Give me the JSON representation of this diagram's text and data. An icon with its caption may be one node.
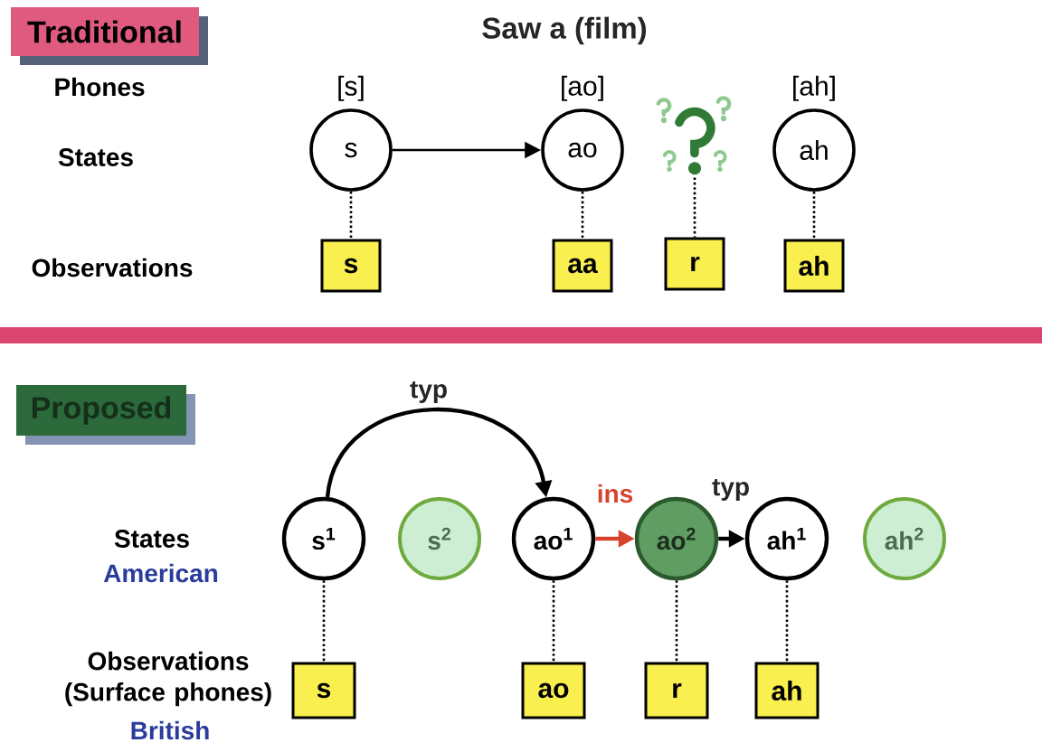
{
  "diagram": {
    "title": "Saw a (film)",
    "nodes": [
      {
        "text": [
          "Traditional"
        ]
      },
      {
        "text": [
          "s"
        ],
        "beside": [
          "[s]"
        ]
      },
      {
        "text": [
          "ao"
        ],
        "beside": [
          "[ao]"
        ]
      },
      {
        "text": [],
        "shape": "picture"
      },
      {
        "text": [
          "ah"
        ],
        "beside": [
          "[ah]"
        ]
      },
      {
        "text": [
          "s"
        ]
      },
      {
        "text": [
          "aa"
        ]
      },
      {
        "text": [
          "r"
        ]
      },
      {
        "text": [
          "ah"
        ]
      },
      {
        "text": [
          "Proposed"
        ]
      },
      {
        "text": [
          "s$^{1}$"
        ]
      },
      {
        "text": [
          "s$^{2}$"
        ]
      },
      {
        "text": [
          "ao$^{1}$"
        ]
      },
      {
        "text": [
          "ao$^{2}$"
        ]
      },
      {
        "text": [
          "ah$^{1}$"
        ]
      },
      {
        "text": [
          "ah$^{2}$"
        ]
      },
      {
        "text": [
          "s"
        ]
      },
      {
        "text": [
          "ao"
        ]
      },
      {
        "text": [
          "r"
        ]
      },
      {
        "text": [
          "ah"
        ]
      }
    ],
    "edges": [
      {
        "from": 1,
        "to": 2,
        "arrow": "to"
      },
      {
        "from": 1,
        "to": 5,
        "arrow": "none",
        "style": "dashed"
      },
      {
        "from": 2,
        "to": 6,
        "arrow": "none",
        "style": "dashed"
      },
      {
        "from": 3,
        "to": 7,
        "arrow": "none",
        "style": "dashed"
      },
      {
        "from": 4,
        "to": 8,
        "arrow": "none",
        "style": "dashed"
      },
      {
        "from": 10,
        "to": 12,
        "arrow": "to",
        "label": "typ"
      },
      {
        "from": 12,
        "to": 13,
        "arrow": "to",
        "label": "ins",
        "color": "#d8432e"
      },
      {
        "from": 13,
        "to": 14,
        "arrow": "to",
        "label": "typ"
      },
      {
        "from": 10,
        "to": 16,
        "arrow": "none",
        "style": "dashed"
      },
      {
        "from": 12,
        "to": 17,
        "arrow": "none",
        "style": "dashed"
      },
      {
        "from": 13,
        "to": 18,
        "arrow": "none",
        "style": "dashed"
      },
      {
        "from": 14,
        "to": 19,
        "arrow": "none",
        "style": "dashed"
      }
    ],
    "labels": [
      "Phones",
      "States",
      "Observations",
      "States",
      "American",
      "Observations (Surface phones)",
      "British"
    ]
  }
}
